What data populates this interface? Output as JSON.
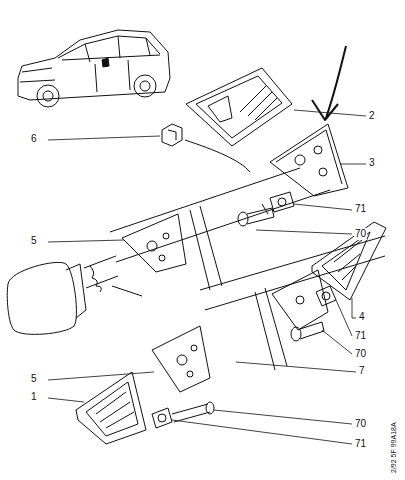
{
  "diagram": {
    "labels": [
      "2",
      "6",
      "3",
      "71",
      "70",
      "5",
      "4",
      "71",
      "70",
      "7",
      "5",
      "1",
      "70",
      "71",
      "2/92 5F 99A18A"
    ]
  }
}
